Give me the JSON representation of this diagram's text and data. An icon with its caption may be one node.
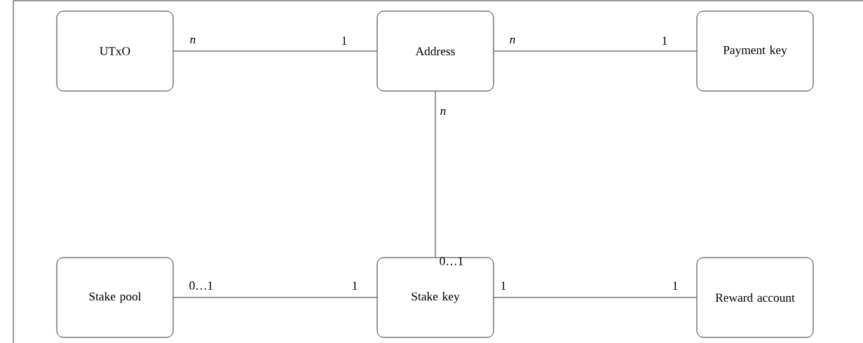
{
  "diagram": {
    "nodes": [
      {
        "text": [
          "UTxO"
        ]
      },
      {
        "text": [
          "Address"
        ]
      },
      {
        "text": [
          "Payment key"
        ]
      },
      {
        "text": [
          "Stake pool"
        ]
      },
      {
        "text": [
          "Stake key"
        ]
      },
      {
        "text": [
          "Reward account"
        ]
      }
    ],
    "edges": [
      {
        "from": 0,
        "to": 1,
        "arrow": "none"
      },
      {
        "from": 1,
        "to": 2,
        "arrow": "none"
      },
      {
        "from": 1,
        "to": 4,
        "arrow": "none"
      },
      {
        "from": 3,
        "to": 4,
        "arrow": "none"
      },
      {
        "from": 4,
        "to": 5,
        "arrow": "none"
      }
    ],
    "labels": [
      "n",
      "1",
      "n",
      "1",
      "n",
      "0…1",
      "0…1",
      "1",
      "1",
      "1"
    ]
  }
}
